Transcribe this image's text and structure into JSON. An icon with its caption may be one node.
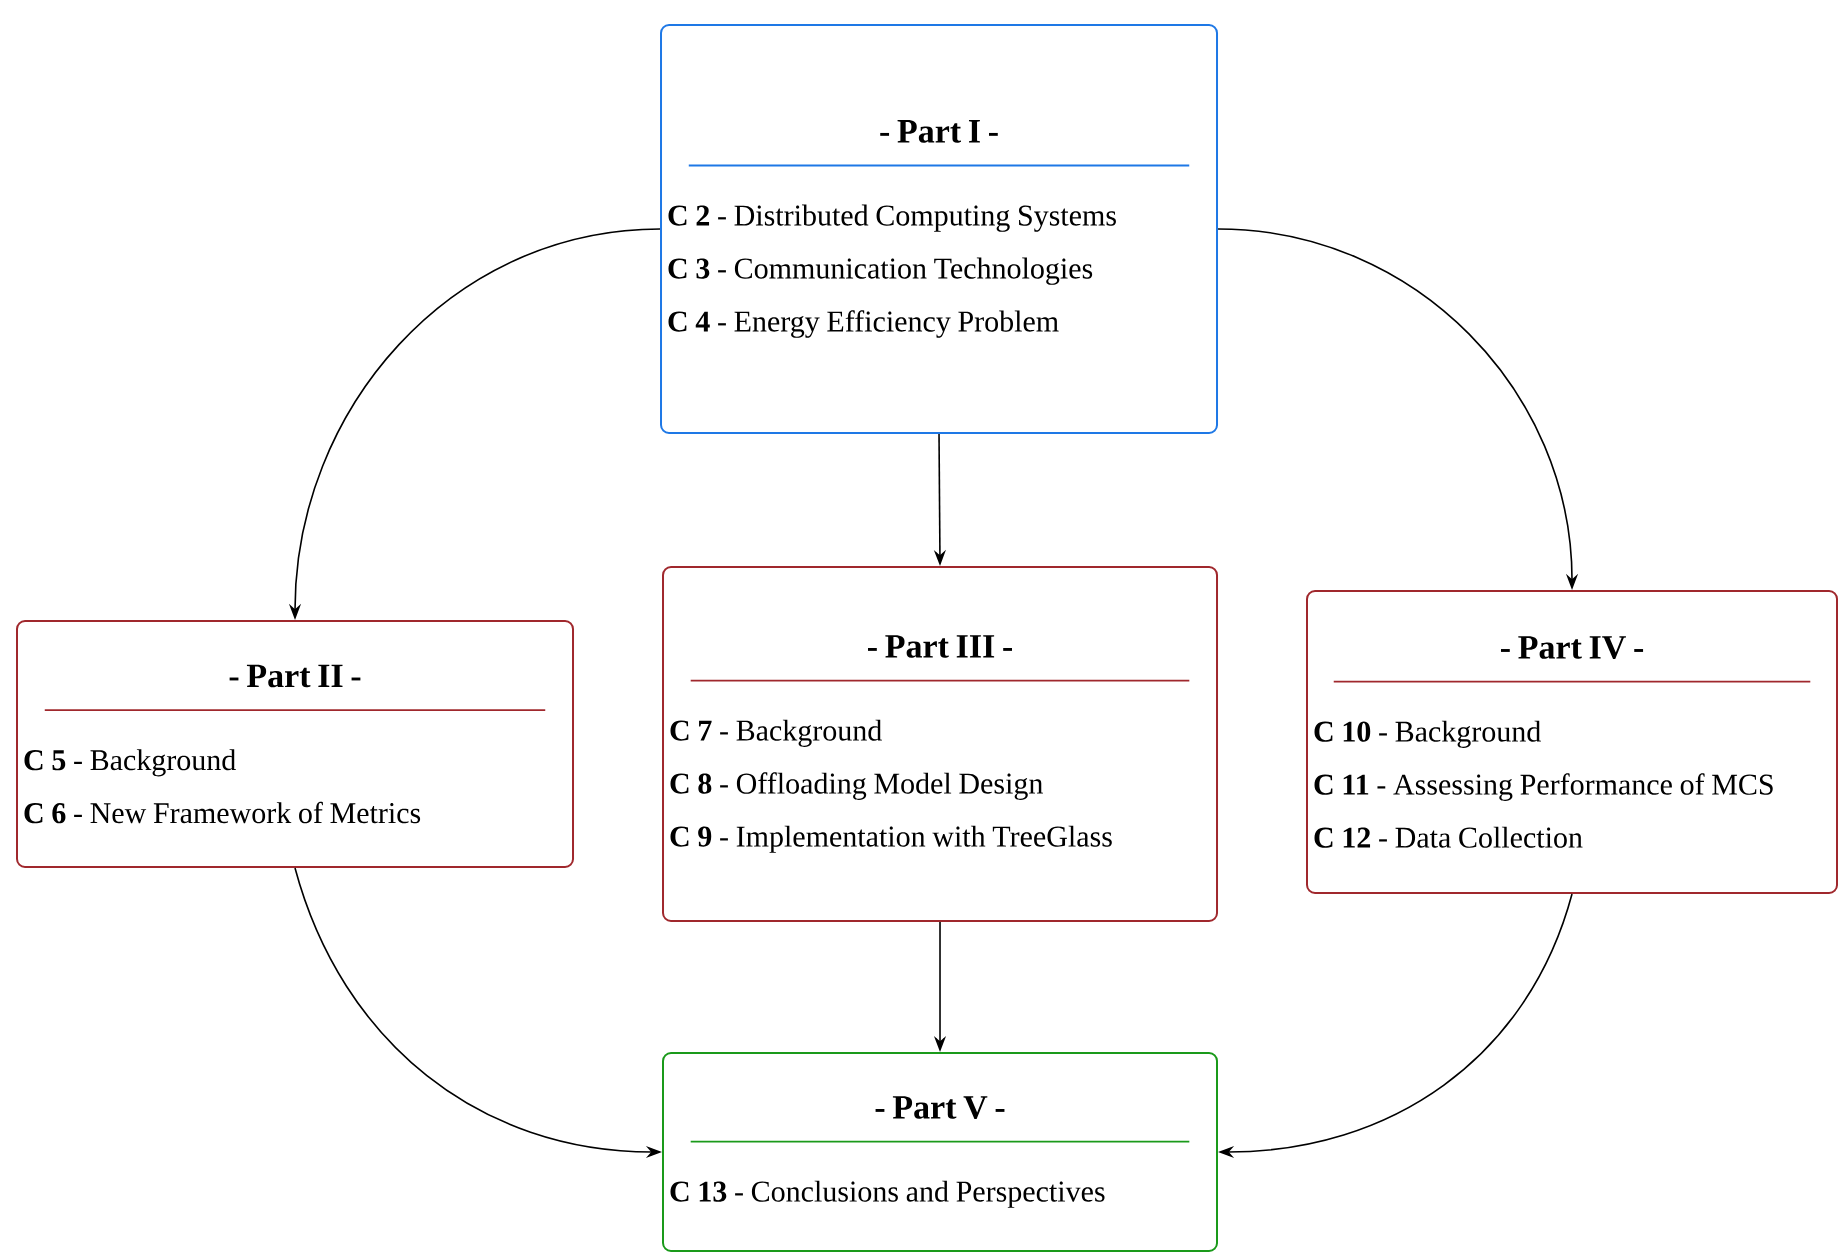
{
  "diagram": {
    "nodes": [
      {
        "text": [
          "- Part I -",
          "**C 2** - Distributed Computing Systems",
          "**C 3** - Communication Technologies",
          "**C 4** - Energy Efficiency Problem"
        ]
      },
      {
        "text": [
          "- Part II -",
          "**C 5** - Background",
          "**C 6** - New Framework of Metrics"
        ]
      },
      {
        "text": [
          "- Part III -",
          "**C 7** - Background",
          "**C 8** - Offloading Model Design",
          "**C 9** - Implementation with TreeGlass"
        ]
      },
      {
        "text": [
          "- Part IV -",
          "**C 10** - Background",
          "**C 11** - Assessing Performance of MCS",
          "**C 12** - Data Collection"
        ]
      },
      {
        "text": [
          "- Part V -",
          "**C 13** - Conclusions and Perspectives"
        ]
      }
    ],
    "edges": [
      {
        "from": 0,
        "to": 1,
        "arrow": "to"
      },
      {
        "from": 0,
        "to": 2,
        "arrow": "to"
      },
      {
        "from": 0,
        "to": 3,
        "arrow": "to"
      },
      {
        "from": 1,
        "to": 4,
        "arrow": "to"
      },
      {
        "from": 2,
        "to": 4,
        "arrow": "to"
      },
      {
        "from": 3,
        "to": 4,
        "arrow": "to"
      }
    ]
  }
}
